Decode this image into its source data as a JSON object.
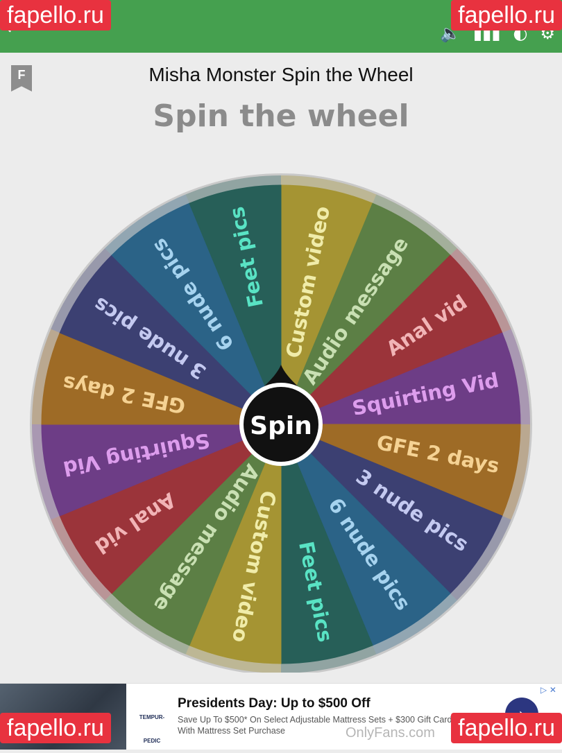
{
  "watermark": "fapello.ru",
  "page_title": "Misha Monster Spin the Wheel",
  "bookmark_letter": "F",
  "heading": "Spin the wheel",
  "spin_label": "Spin",
  "icons": [
    "back-arrow-icon",
    "sound-icon",
    "stats-icon",
    "theme-icon",
    "settings-icon"
  ],
  "wheel": {
    "segments": [
      {
        "label": "Custom video",
        "color": "#a59433",
        "text_color": "#f0eca9"
      },
      {
        "label": "Audio message",
        "color": "#5c7f45",
        "text_color": "#c9e0b3"
      },
      {
        "label": "Anal vid",
        "color": "#9b343a",
        "text_color": "#f1b4b6"
      },
      {
        "label": "Squirting Vid",
        "color": "#6d3d86",
        "text_color": "#dd9ded"
      },
      {
        "label": "GFE 2 days",
        "color": "#9e6b26",
        "text_color": "#f5d293"
      },
      {
        "label": "3 nude pics",
        "color": "#3c4072",
        "text_color": "#c4c9f0"
      },
      {
        "label": "6 nude pics",
        "color": "#2b6387",
        "text_color": "#a6d3ef"
      },
      {
        "label": "Feet pics",
        "color": "#275f58",
        "text_color": "#59e3c4"
      },
      {
        "label": "Custom video",
        "color": "#a59433",
        "text_color": "#f0eca9"
      },
      {
        "label": "Audio message",
        "color": "#5c7f45",
        "text_color": "#c9e0b3"
      },
      {
        "label": "Anal vid",
        "color": "#9b343a",
        "text_color": "#f1b4b6"
      },
      {
        "label": "Squirting Vid",
        "color": "#6d3d86",
        "text_color": "#dd9ded"
      },
      {
        "label": "GFE 2 days",
        "color": "#9e6b26",
        "text_color": "#f5d293"
      },
      {
        "label": "3 nude pics",
        "color": "#3c4072",
        "text_color": "#c4c9f0"
      },
      {
        "label": "6 nude pics",
        "color": "#2b6387",
        "text_color": "#a6d3ef"
      },
      {
        "label": "Feet pics",
        "color": "#275f58",
        "text_color": "#59e3c4"
      }
    ]
  },
  "ad": {
    "title": "Presidents Day: Up to $500 Off",
    "text": "Save Up To $500* On Select Adjustable Mattress Sets + $300 Gift Card With Mattress Set Purchase",
    "brand": "TEMPUR-PEDIC"
  },
  "footer_watermark": "OnlyFans.com"
}
